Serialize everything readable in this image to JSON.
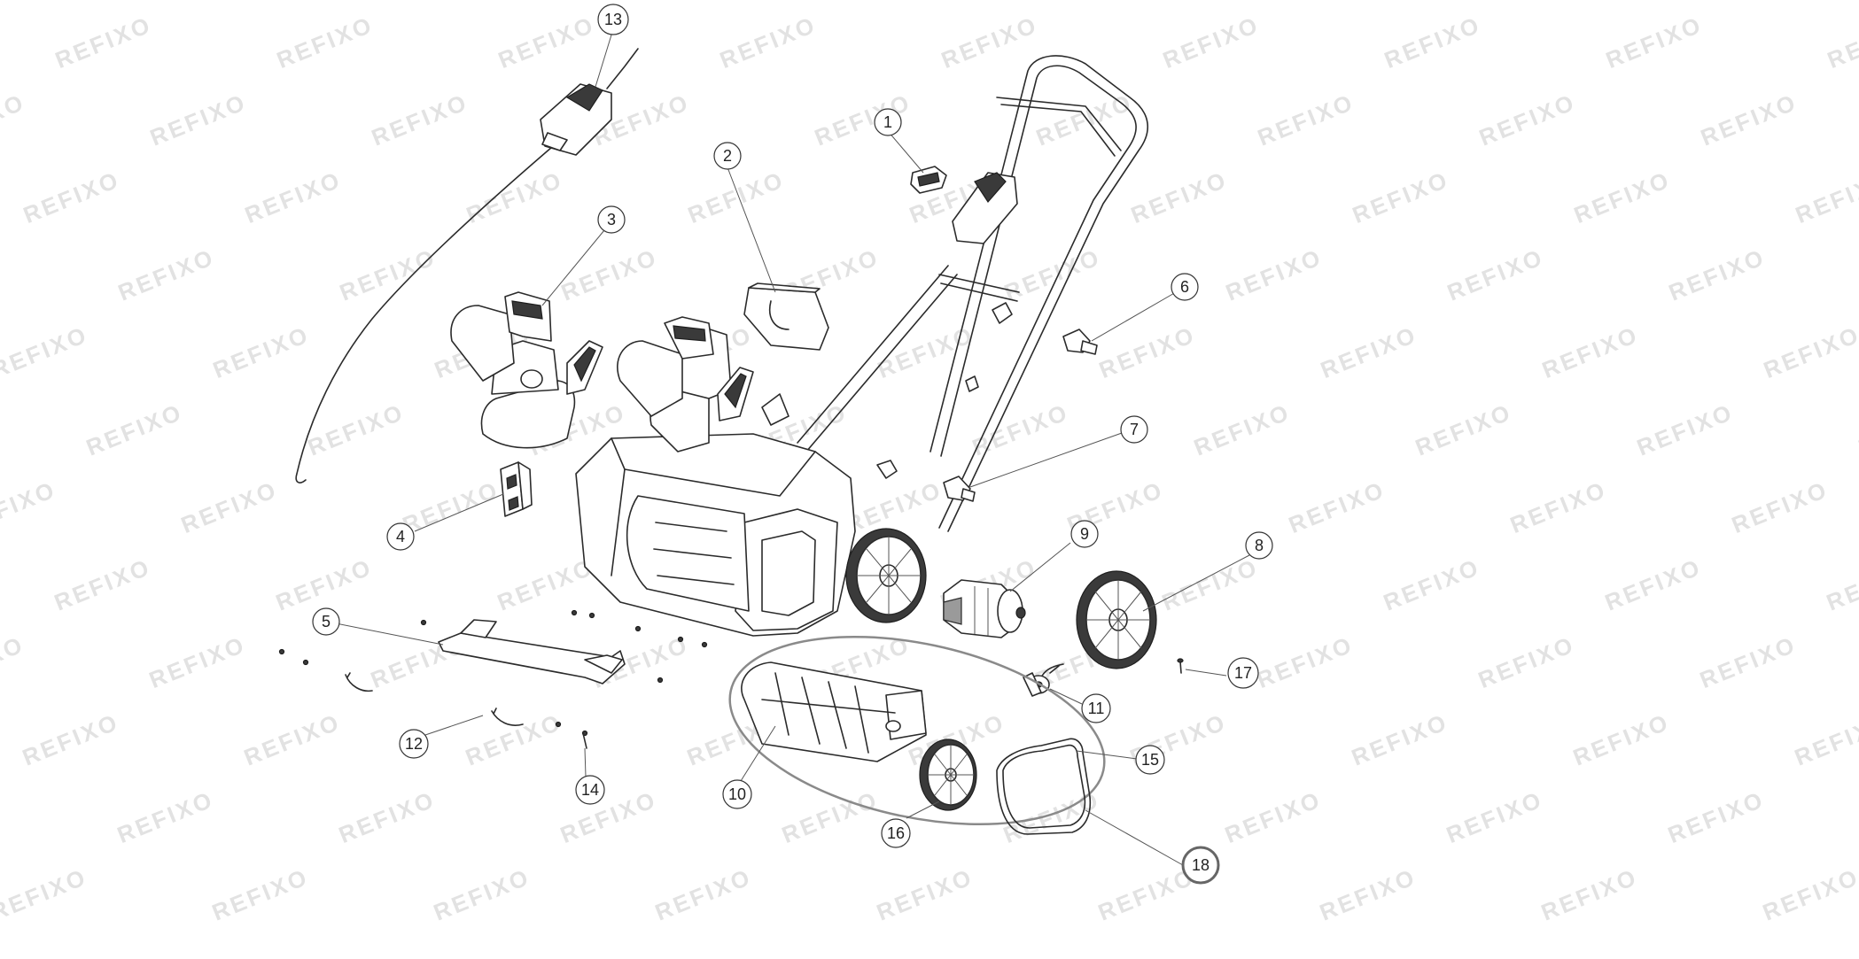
{
  "watermark_text": "REFIXO",
  "colors": {
    "line": "#2b2b2b",
    "watermark": "#e2e2e2",
    "highlight": "#8a8a8a"
  },
  "callouts": [
    "1",
    "2",
    "3",
    "4",
    "5",
    "6",
    "7",
    "8",
    "9",
    "10",
    "11",
    "12",
    "13",
    "14",
    "15",
    "16",
    "17",
    "18"
  ]
}
